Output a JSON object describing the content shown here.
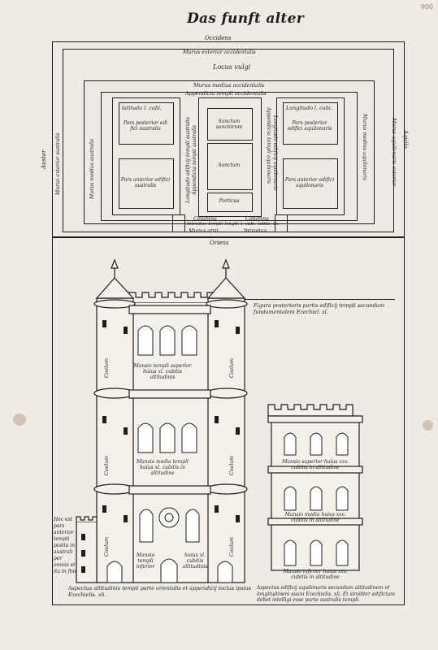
{
  "header": {
    "title": "Das funft alter",
    "folio": "900"
  },
  "plan": {
    "top_label": "Occidens",
    "murus_exterior": "Murus exterior occidentalis",
    "locus_vulgi": "Locus vulgi",
    "murus_medius": "Murus medius occidentalis",
    "appendicia": "Appendicia templi occidentalis",
    "sanctum_sanctorum": "Sanctum sanctorum",
    "sanctum": "Sanctum",
    "porticus": "Porticus",
    "left_latitudo": "latitudo l. cubi.",
    "left_posterior": "Pars posterior edi fici australis",
    "left_anterior": "Pars anterior edifici australis",
    "right_longitudo": "Longitudo l. cubi.",
    "right_posterior": "Pars posterior edifici aquilonaris",
    "right_anterior": "Pars anterior edifici aquilonaris",
    "v_longitudo_left": "Longitudo edificij templi australis",
    "v_appendicia_left": "Appendicia templi australis",
    "v_appendicia_right": "Appendicia templi aquilonaris",
    "v_longitudo_right": "Longitudo edificij aquilonaris",
    "v_murus_medius_left": "Murus medius australis",
    "v_murus_medius_right": "Murus medius aquilonaris",
    "v_murus_exterior_right": "Murus aquilonaris exterior",
    "v_aquilo": "Aquilo",
    "v_auster": "Auster",
    "v_murus_exterior_left": "Murus exterior australis",
    "bottom_left_gate": "Columna",
    "bottom_right_gate": "Columna",
    "bottom_mid": "Introitus templi longit. l. cubi. latitu. xx.",
    "murus_atrii": "Murus atrii",
    "introitus": "Introitus",
    "bottom_label": "Oriens"
  },
  "elevation": {
    "figure_caption": "Figura posterioris partis edificij templi secundum fundamentalem Ezechiel. xl.",
    "upper_story": "Mansio templi superior huius xl. cubitis altitudinis",
    "middle_story": "Mansio media templi huius xl. cubitis in altitudine",
    "lower_story": "Mansio templi inferior",
    "lower_story_right": "huius xl. cubitis altitudinis",
    "coelum_labels": [
      "Coelum",
      "Coelum",
      "Coelum",
      "Coelum",
      "Coelum",
      "Coelum"
    ],
    "side_note": "Hec est pars anterior templi posita in australi per omnia et ita in fine",
    "left_caption": "Aspectus altitudinis templi parte orientalis et appendicij tocius ipsius Ezechielis. xli.",
    "small_tower_upper": "Mansio superior huius xxv. cubitis in altitudine",
    "small_tower_middle": "Mansio media huius xxv. cubitis in altitudine",
    "small_tower_lower": "Mansio inferior huius xxv. cubitis in altitudine",
    "right_caption": "Aspectus edificij aquilonaris secundum altitudinem et longitudinem suam Ezechielis. xli. Et similiter edificium debet intelligi esse parte australis templi."
  }
}
